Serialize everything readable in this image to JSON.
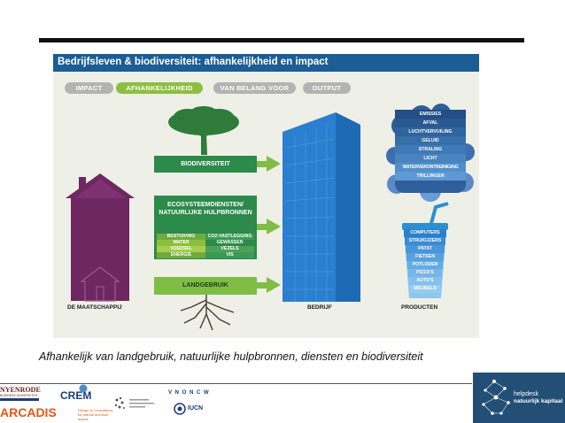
{
  "infographic": {
    "title": "Bedrijfsleven & biodiversiteit: afhankelijkheid en impact",
    "tabs": [
      "IMPACT",
      "AFHANKELIJKHEID",
      "VAN BELANG VOOR",
      "OUTPUT"
    ],
    "active_tab": "AFHANKELIJKHEID",
    "biodiversity_label": "BIODIVERSITEIT",
    "eco_title": "ECOSYSTEEMDIENSTEN/ NATUURLIJKE HULPBRONNEN",
    "eco_grid": [
      [
        "BESTUIVING",
        "CO2-VASTLEGGING"
      ],
      [
        "WATER",
        "GEWASSEN"
      ],
      [
        "VOEDSEL",
        "VEZELS"
      ],
      [
        "ENERGIE",
        "VIS"
      ]
    ],
    "landuse_label": "LANDGEBRUIK",
    "house_label": "DE MAATSCHAPPIJ",
    "building_label": "BEDRIJF",
    "cloud_items": [
      "EMISSIES",
      "AFVAL",
      "LUCHTVERVUILING",
      "GELUID",
      "STRALING",
      "LICHT",
      "WATERVERONTREINIGING",
      "TRILLINGEN"
    ],
    "cup_items": [
      "COMPUTERS",
      "STRIJKIJZERS",
      "PATAT",
      "FIETSEN",
      "POTLODEN",
      "PIZZA'S",
      "AUTO'S",
      "MEUBELS"
    ],
    "products_label": "PRODUCTEN",
    "colors": {
      "header": "#1b5d94",
      "green_dark": "#2c8a4b",
      "green_light": "#7fbd45",
      "house": "#6e2760",
      "building": "#2b7fcf",
      "cloud": "#2f5f9a"
    }
  },
  "caption": "Afhankelijk van landgebruik, natuurlijke hulpbronnen, diensten en biodiversiteit",
  "logos": {
    "nyenrode": "NYENRODE",
    "nyenrode_sub": "BUSINESS UNIVERSITEIT",
    "crem": "CREM",
    "arcadis": "ARCADIS",
    "arcadis_sub": "Design & Consultancy for natural and built assets",
    "vnoncw": "V N O N C W",
    "iucn": "IUCN",
    "helpdesk": "helpdesk",
    "helpdesk_sub": "natuurlijk kapitaal"
  }
}
